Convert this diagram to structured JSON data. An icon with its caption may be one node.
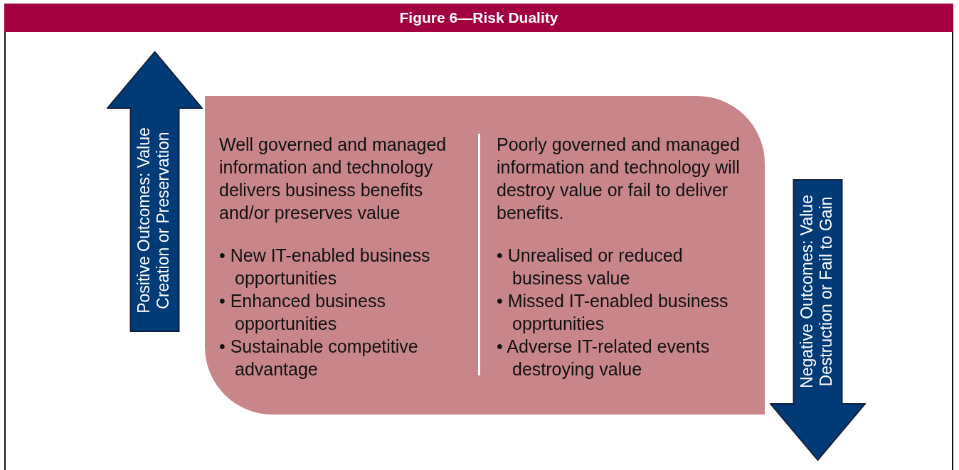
{
  "diagram": {
    "title": "Figure 6—Risk Duality",
    "nodes": [
      {
        "text": [
          "Positive Outcomes: Value Creation or Preservation"
        ]
      },
      {
        "text": [],
        "shape": "box"
      },
      {
        "text": [
          "Well governed and managed information and technology delivers business benefits and/or preserves value",
          "• New IT-enabled business opportunities",
          "• Enhanced business opportunities",
          "• Sustainable competitive advantage"
        ],
        "in": 1
      },
      {
        "text": [
          "Poorly governed and managed information and technology will destroy value or fail to deliver benefits.",
          "• Unrealised or reduced business value",
          "• Missed IT-enabled business opprtunities",
          "• Adverse IT-related events destroying value"
        ],
        "in": 1
      },
      {
        "text": [
          "Negative Outcomes: Value Destruction or Fail to Gain"
        ]
      }
    ],
    "edges": []
  }
}
